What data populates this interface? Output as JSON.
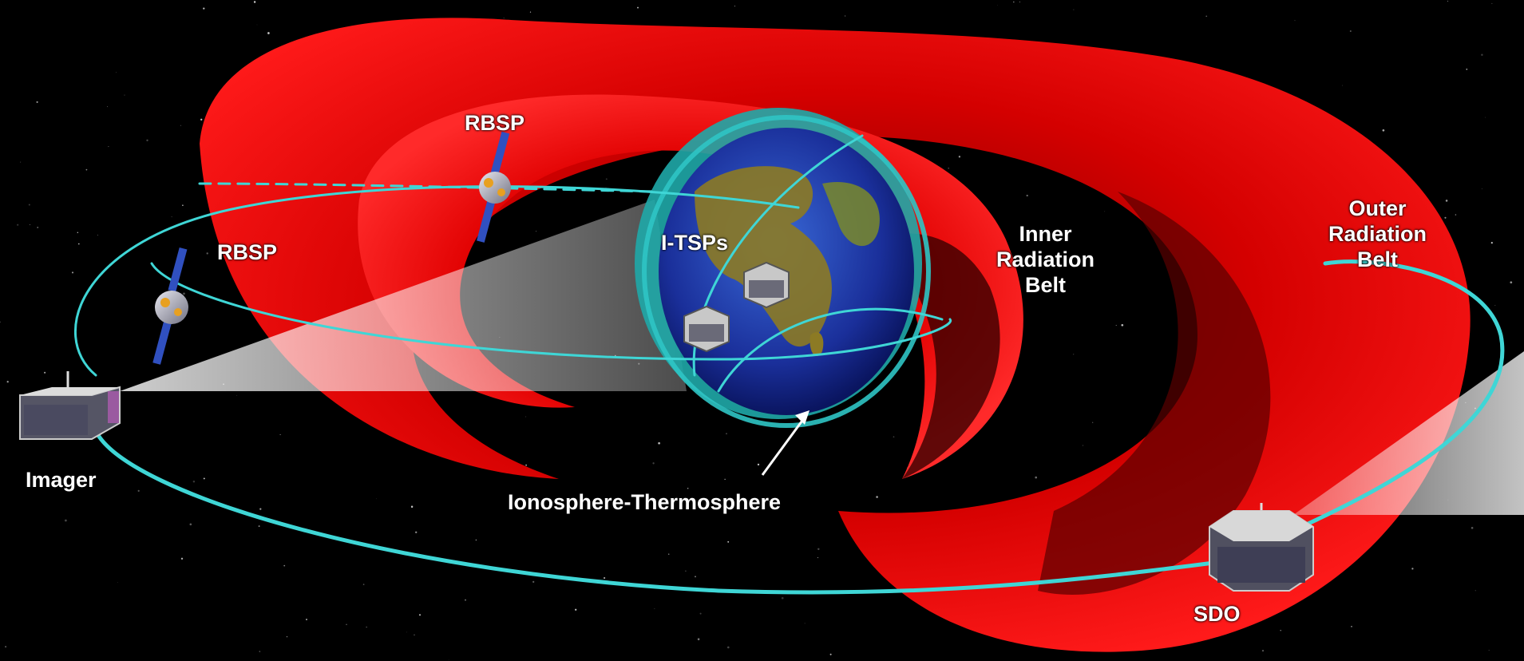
{
  "labels": {
    "rbsp_upper": "RBSP",
    "rbsp_left": "RBSP",
    "itsps": "I-TSPs",
    "inner_belt": [
      "Inner",
      "Radiation",
      "Belt"
    ],
    "outer_belt": [
      "Outer",
      "Radiation",
      "Belt"
    ],
    "imager": "Imager",
    "ionosphere": "Ionosphere-Thermosphere",
    "sdo": "SDO"
  },
  "colors": {
    "belt": "#ff0a0a",
    "belt_dark": "#7a0000",
    "orbit": "#3fd6d6",
    "ocean": "#1f3fae",
    "land": "#9a8a2a",
    "shell": "#29b5b5"
  }
}
